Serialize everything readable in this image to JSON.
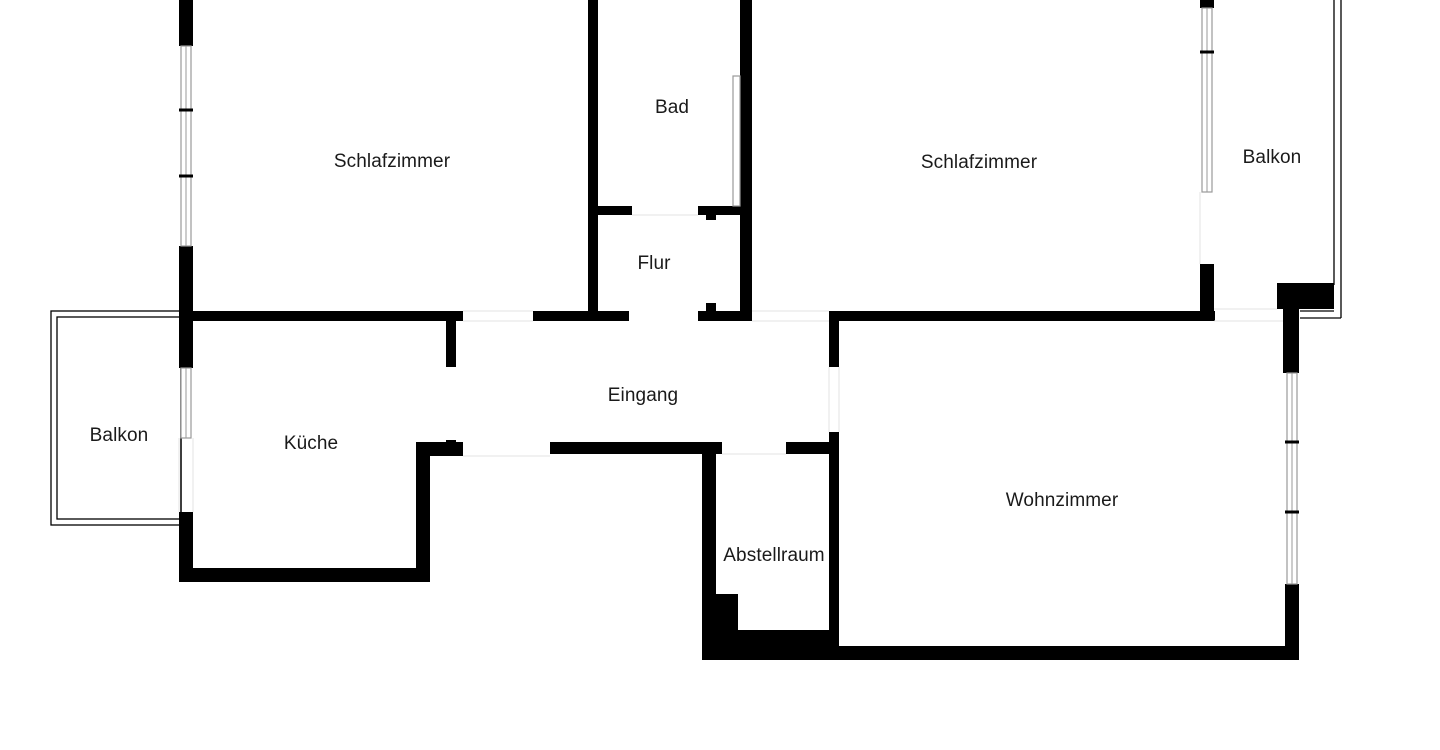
{
  "floorplan": {
    "colors": {
      "wall": "#000000",
      "window": "#9a9a9a",
      "background": "#ffffff",
      "label": "#1a1a1a"
    },
    "rooms": {
      "schlafzimmer_links": "Schlafzimmer",
      "bad": "Bad",
      "flur": "Flur",
      "schlafzimmer_rechts": "Schlafzimmer",
      "balkon_rechts": "Balkon",
      "balkon_links": "Balkon",
      "kueche": "Küche",
      "eingang": "Eingang",
      "abstellraum": "Abstellraum",
      "wohnzimmer": "Wohnzimmer"
    }
  }
}
